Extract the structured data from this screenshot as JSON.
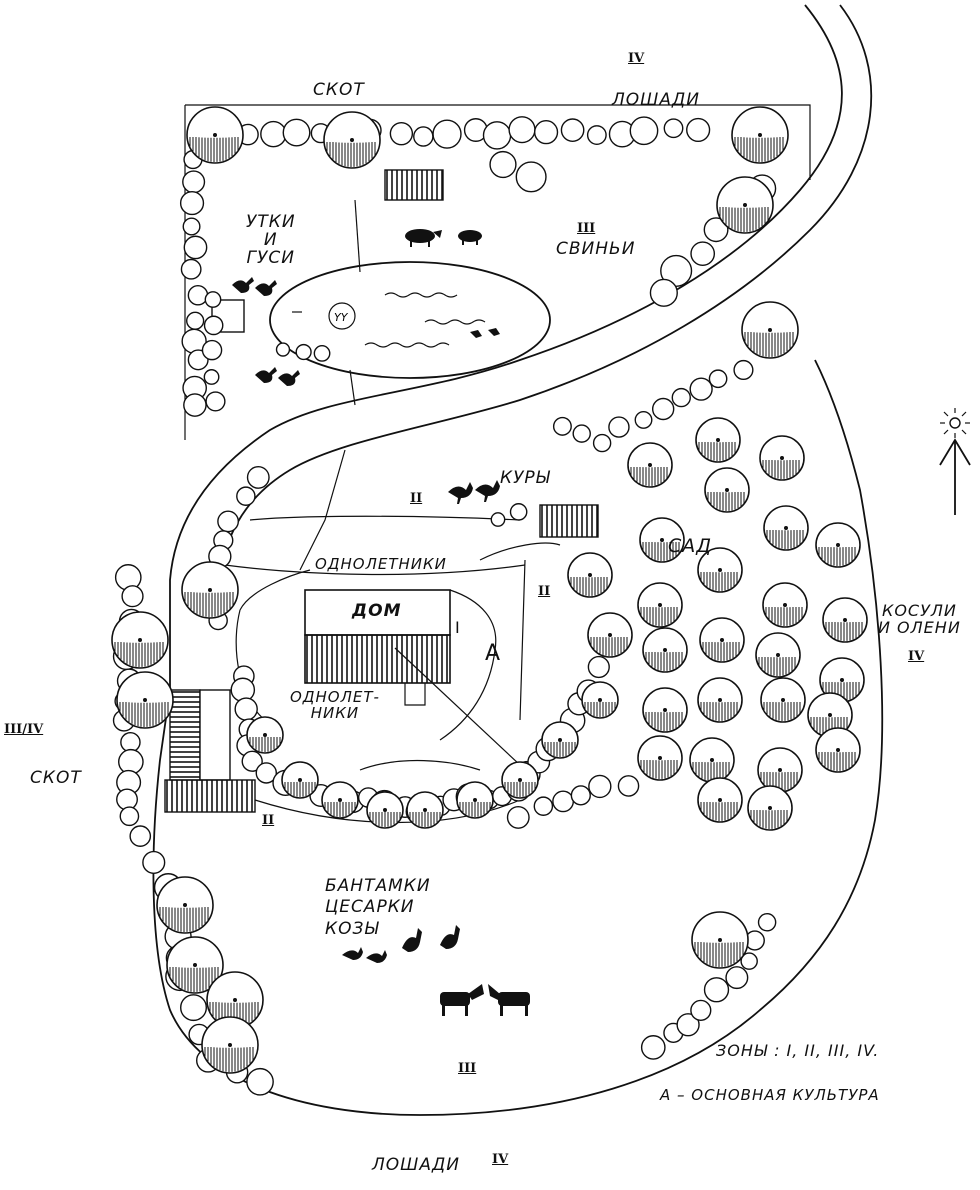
{
  "zones_area": {
    "cattle_top": "СКОТ",
    "horses_top": "ЛОШАДИ",
    "zone_top_right": "IV",
    "ducks_geese": "УТКИ\nИ\nГУСИ",
    "pigs": "СВИНЬИ",
    "zone_pigs": "III",
    "chickens": "КУРЫ",
    "zone_chickens": "II",
    "annuals_top": "ОДНОЛЕТНИКИ",
    "house": "ДОМ",
    "zone_house": "I",
    "crop_mark": "А",
    "annuals_bottom": "ОДНОЛЕТ-\nНИКИ",
    "garden": "САД",
    "zone_garden": "II",
    "deer": "КОСУЛИ\nИ ОЛЕНИ",
    "zone_deer": "IV",
    "zone_cattle_left": "III/IV",
    "cattle_left": "СКОТ",
    "zone_yard": "II",
    "bantams": "БАНТАМКИ\nЦЕСАРКИ\nКОЗЫ",
    "zone_bottom": "III",
    "horses_bottom": "ЛОШАДИ",
    "zone_horses_bottom": "IV"
  },
  "legend": {
    "zones_label": "ЗОНЫ : I, II, III, IV.",
    "crop_label": "А – ОСНОВНАЯ КУЛЬТУРА"
  },
  "icons": [
    "north-arrow-icon",
    "sun-icon",
    "duck-icon",
    "pig-icon",
    "chicken-icon",
    "goat-icon"
  ],
  "colors": {
    "ink": "#111111",
    "paper": "#ffffff"
  }
}
